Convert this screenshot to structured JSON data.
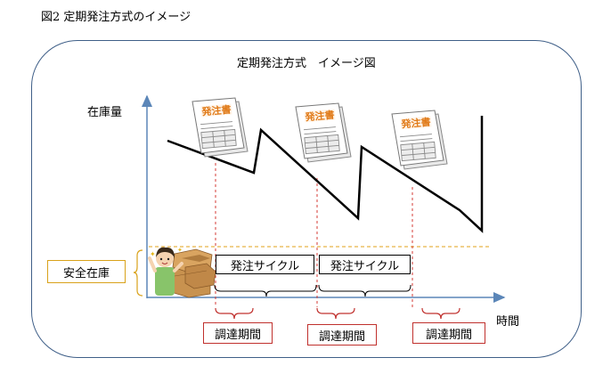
{
  "figure_caption": "図2  定期発注方式のイメージ",
  "diagram_title": "定期発注方式　イメージ図",
  "y_axis_label": "在庫量",
  "x_axis_label": "時間",
  "safety_stock_label": "安全在庫",
  "order_cycle_labels": [
    "発注サイクル",
    "発注サイクル"
  ],
  "lead_time_labels": [
    "調達期間",
    "調達期間",
    "調達期間"
  ],
  "order_sheet_text": "発注書",
  "colors": {
    "frame": "#3f5f88",
    "axis": "#5b86b8",
    "inventory_line": "#000000",
    "safety_line": "#e3a21a",
    "marker_lines": "#d43b36",
    "lead_time_box": "#c0302d",
    "order_sheet_header": "#e07a18"
  },
  "icons": {
    "order_sheet": "order-sheet-icon",
    "worker": "worker-with-boxes-icon"
  }
}
